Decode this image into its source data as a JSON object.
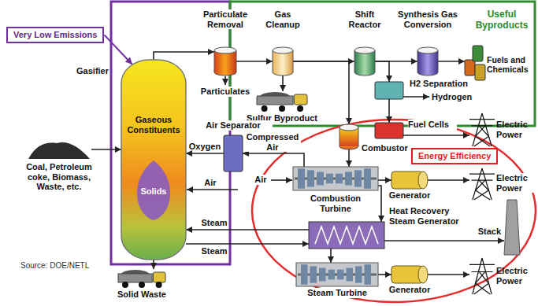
{
  "diagram": {
    "nodes": [
      {
        "text": [
          "Very Low Emissions"
        ]
      },
      {
        "text": [
          "Gasifier",
          "Gaseous Constituents",
          "Solids"
        ]
      },
      {
        "text": [
          "Coal, Petroleum coke, Biomass, Waste, etc."
        ]
      },
      {
        "text": [
          "Particulate Removal"
        ]
      },
      {
        "text": [
          "Gas Cleanup"
        ]
      },
      {
        "text": [
          "Sulfur Byproduct"
        ]
      },
      {
        "text": [
          "Shift Reactor"
        ]
      },
      {
        "text": [
          "Synthesis Gas Conversion"
        ]
      },
      {
        "text": [
          "Fuels and Chemicals"
        ]
      },
      {
        "text": [
          "H2 Separation"
        ]
      },
      {
        "text": [
          "Fuel Cells"
        ]
      },
      {
        "text": [
          "Electric Power"
        ]
      },
      {
        "text": [
          "Combustor"
        ]
      },
      {
        "text": [
          "Air Separator"
        ]
      },
      {
        "text": [
          "Combustion Turbine"
        ]
      },
      {
        "text": [
          "Generator"
        ]
      },
      {
        "text": [
          "Electric Power"
        ]
      },
      {
        "text": [
          "Energy Efficiency"
        ]
      },
      {
        "text": [
          "Heat Recovery Steam Generator"
        ]
      },
      {
        "text": [
          "Stack"
        ]
      },
      {
        "text": [
          "Steam Turbine"
        ]
      },
      {
        "text": [
          "Generator"
        ]
      },
      {
        "text": [
          "Electric Power"
        ]
      },
      {
        "text": [
          "Solid Waste"
        ]
      }
    ],
    "edges": [
      {
        "from": 0,
        "to": 1,
        "arrow": "to"
      },
      {
        "from": 2,
        "to": 1,
        "arrow": "to"
      },
      {
        "from": 1,
        "to": 3,
        "arrow": "to"
      },
      {
        "from": 3,
        "to": 4,
        "arrow": "to"
      },
      {
        "from": 4,
        "to": 5,
        "arrow": "to"
      },
      {
        "from": 4,
        "to": 6,
        "arrow": "to"
      },
      {
        "from": 6,
        "to": 7,
        "arrow": "to"
      },
      {
        "from": 7,
        "to": 8,
        "arrow": "to"
      },
      {
        "from": 6,
        "to": 9,
        "arrow": "to"
      },
      {
        "from": 9,
        "to": 10,
        "arrow": "to"
      },
      {
        "from": 10,
        "to": 11,
        "arrow": "to"
      },
      {
        "from": 4,
        "to": 12,
        "arrow": "to"
      },
      {
        "from": 12,
        "to": 14,
        "arrow": "to"
      },
      {
        "from": 14,
        "to": 15,
        "arrow": "to"
      },
      {
        "from": 15,
        "to": 16,
        "arrow": "to"
      },
      {
        "from": 14,
        "to": 13,
        "label": "Compressed Air",
        "arrow": "to"
      },
      {
        "from": 13,
        "to": 1,
        "label": "Oxygen",
        "arrow": "to"
      },
      {
        "from": 14,
        "to": 18,
        "arrow": "to"
      },
      {
        "from": 18,
        "to": 19,
        "arrow": "to"
      },
      {
        "from": 18,
        "to": 20,
        "arrow": "to"
      },
      {
        "from": 20,
        "to": 21,
        "arrow": "to"
      },
      {
        "from": 21,
        "to": 22,
        "arrow": "to"
      },
      {
        "from": 18,
        "to": 1,
        "label": "Steam",
        "arrow": "to"
      },
      {
        "from": 1,
        "to": 18,
        "label": "Steam",
        "arrow": "to"
      },
      {
        "from": 1,
        "to": 23,
        "arrow": "to"
      }
    ],
    "labels": [
      "Useful Byproducts",
      "Particulates",
      "Hydrogen",
      "Air",
      "Air",
      "Source: DOE/NETL"
    ]
  }
}
